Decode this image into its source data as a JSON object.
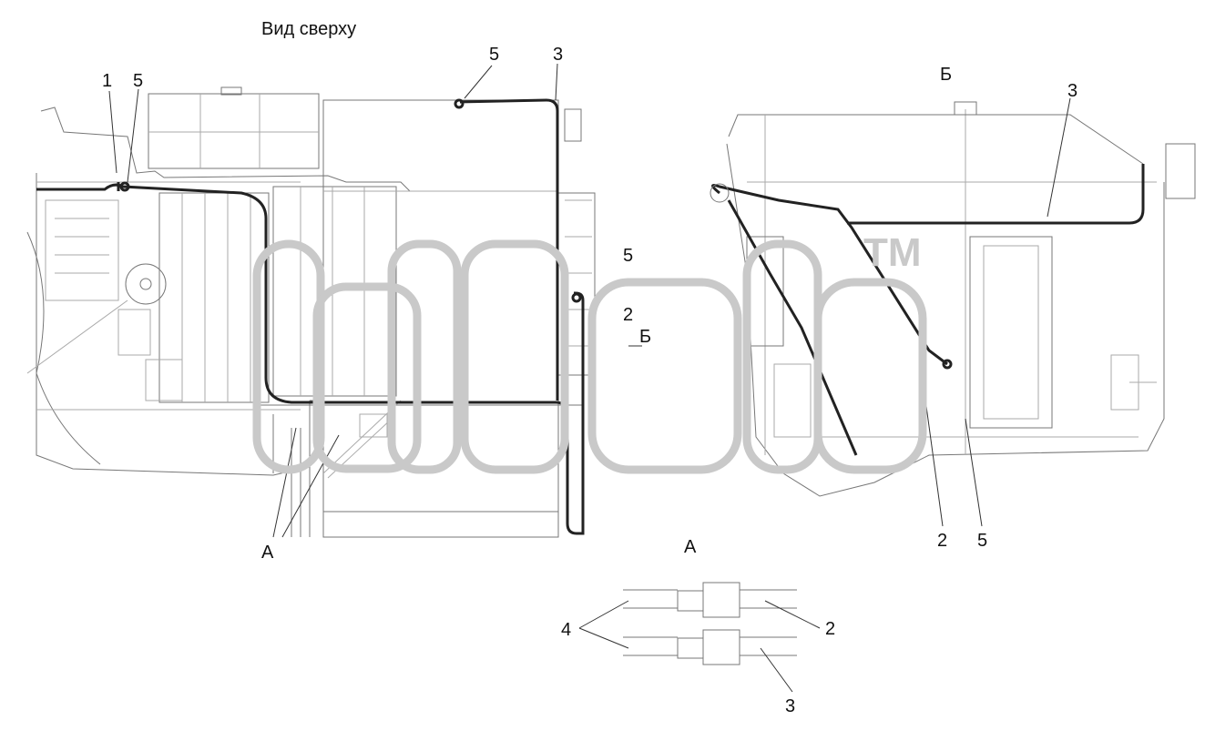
{
  "views": {
    "top_view_title": "Вид сверху",
    "section_b_title": "Б",
    "detail_a_title": "А"
  },
  "labels": {
    "top_1": "1",
    "top_5_left": "5",
    "top_5_center": "5",
    "top_3": "3",
    "top_5_right": "5",
    "top_2": "2",
    "top_b_arrow": "Б",
    "top_a": "А",
    "side_3": "3",
    "side_2": "2",
    "side_5": "5",
    "detail_4": "4",
    "detail_2": "2",
    "detail_3": "3"
  },
  "watermark": {
    "text": "TM",
    "logo": "alfa"
  }
}
